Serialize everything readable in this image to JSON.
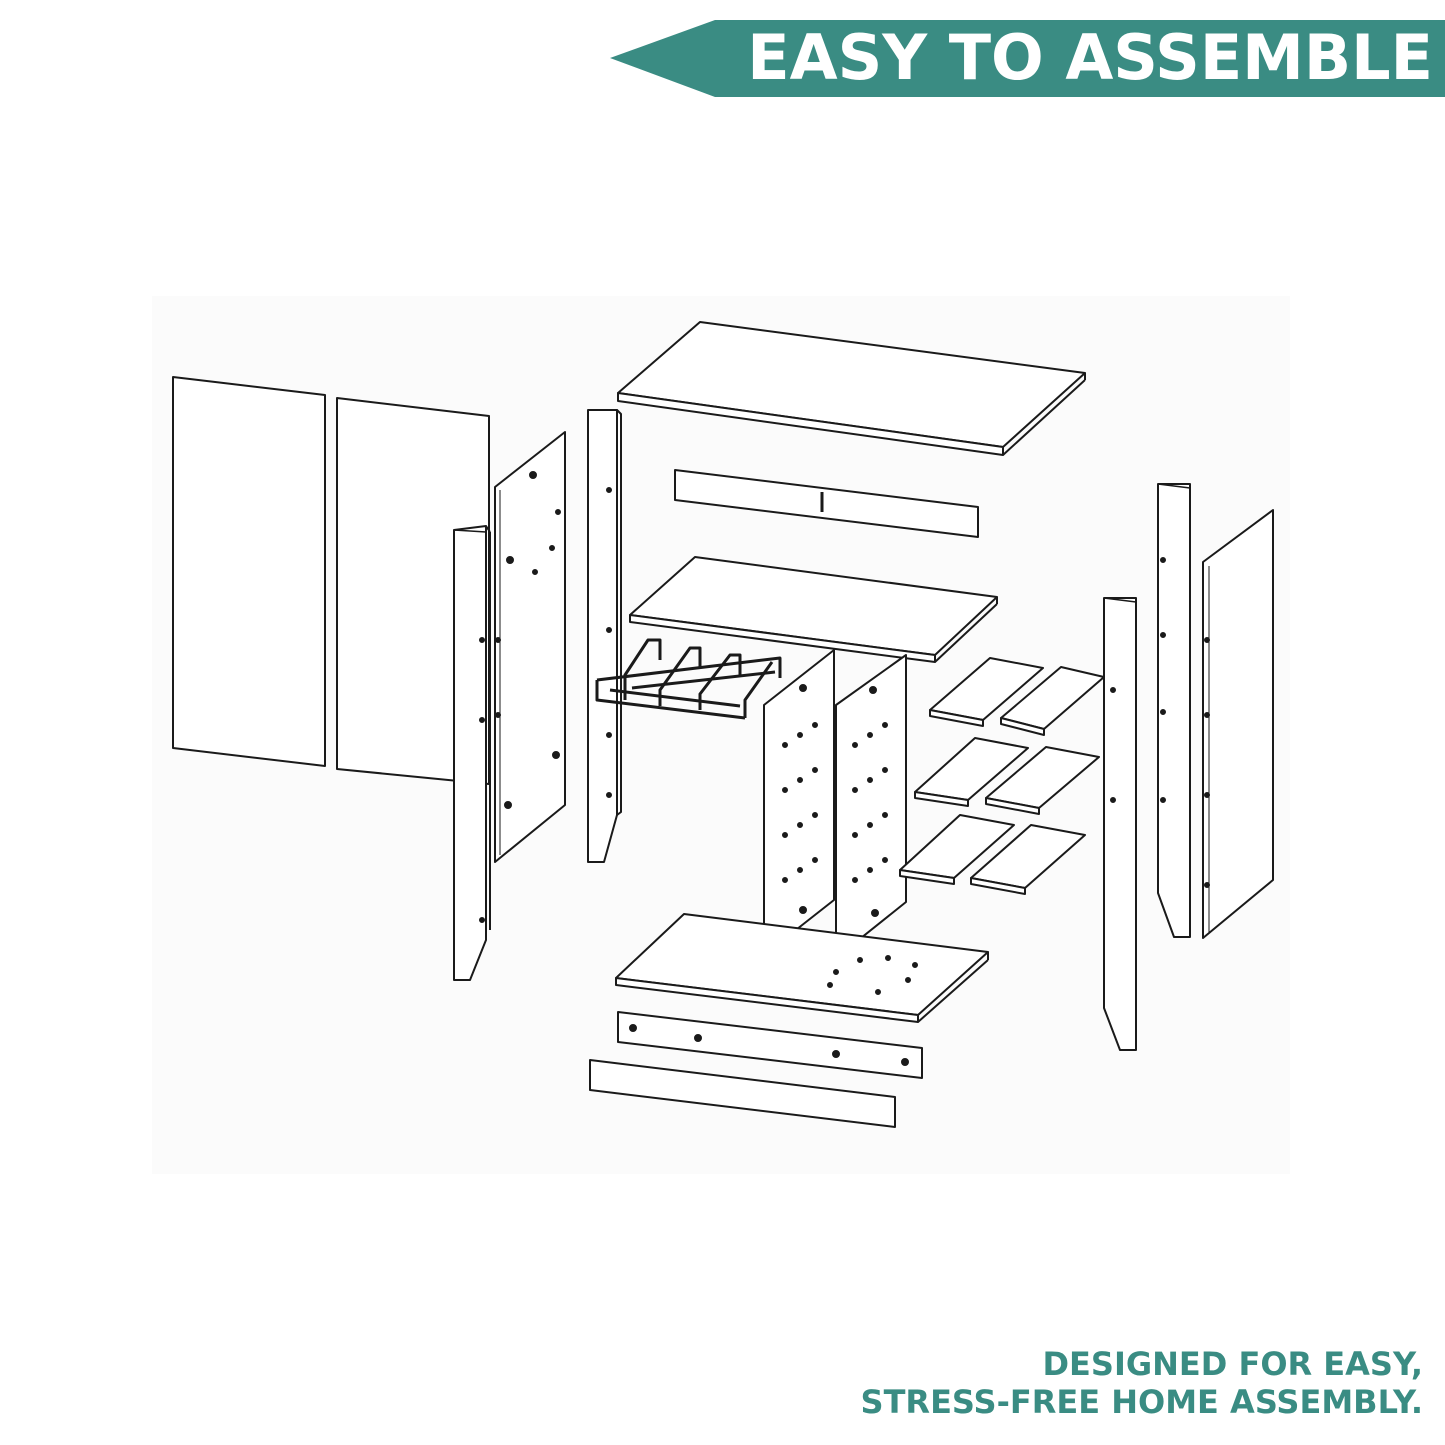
{
  "banner": {
    "title": "EASY TO ASSEMBLE",
    "color": "#3a8c83"
  },
  "footer": {
    "line1": "DESIGNED FOR EASY,",
    "line2": "STRESS-FREE HOME ASSEMBLY.",
    "color": "#3a8c83"
  },
  "diagram": {
    "subject": "exploded view of cabinet parts",
    "stroke_color": "#1a1a1a"
  }
}
